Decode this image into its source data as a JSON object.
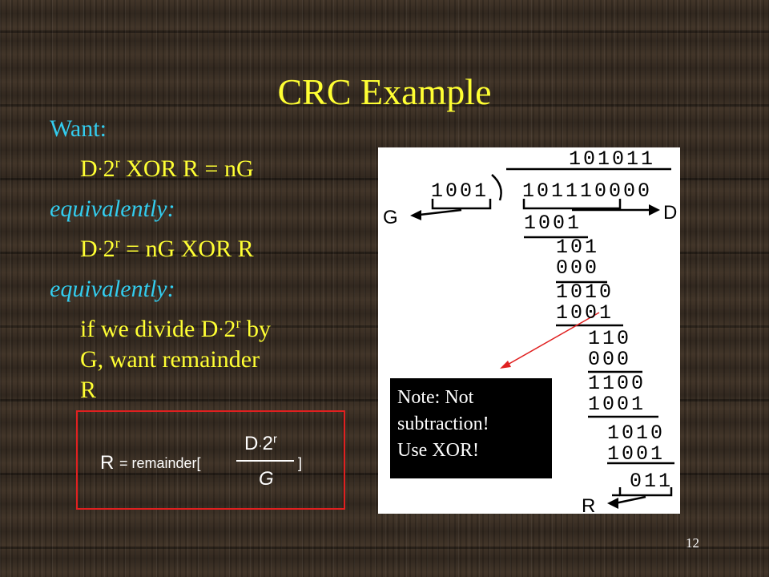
{
  "slide": {
    "title": "CRC Example",
    "line_want": "Want:",
    "line_eq1_base": "D",
    "line_eq1_exp": "r",
    "line_eq1_rest": "XOR R = nG",
    "line_equiv1": "equivalently:",
    "line_eq2_rest": "= nG XOR R",
    "line_equiv2": "equivalently:",
    "line_div_a": "if we divide",
    "line_div_b": "by",
    "line_div_c": "G, want remainder",
    "line_div_d": "R",
    "two": "2",
    "dot": "·",
    "page_number": "12"
  },
  "formula": {
    "lhs": "R",
    "func": "= remainder[",
    "numerator_base": "D",
    "numerator_exp": "r",
    "denominator": "G",
    "close": "]"
  },
  "division": {
    "quotient": "101011",
    "divisor": "1001",
    "dividend": "101110000",
    "label_g": "G",
    "label_d": "D",
    "label_r": "R",
    "steps": [
      "1001",
      "101",
      "000",
      "1010",
      "1001",
      "110",
      "000",
      "1100",
      "1001",
      "1010",
      "1001",
      "011"
    ]
  },
  "note": {
    "line1": "Note: Not",
    "line2": "subtraction!",
    "line3": "Use XOR!"
  },
  "colors": {
    "title": "#ffff33",
    "cyan_text": "#33ccee",
    "yellow_text": "#ffff33",
    "box_border": "#e02020",
    "arrow": "#e02020"
  }
}
